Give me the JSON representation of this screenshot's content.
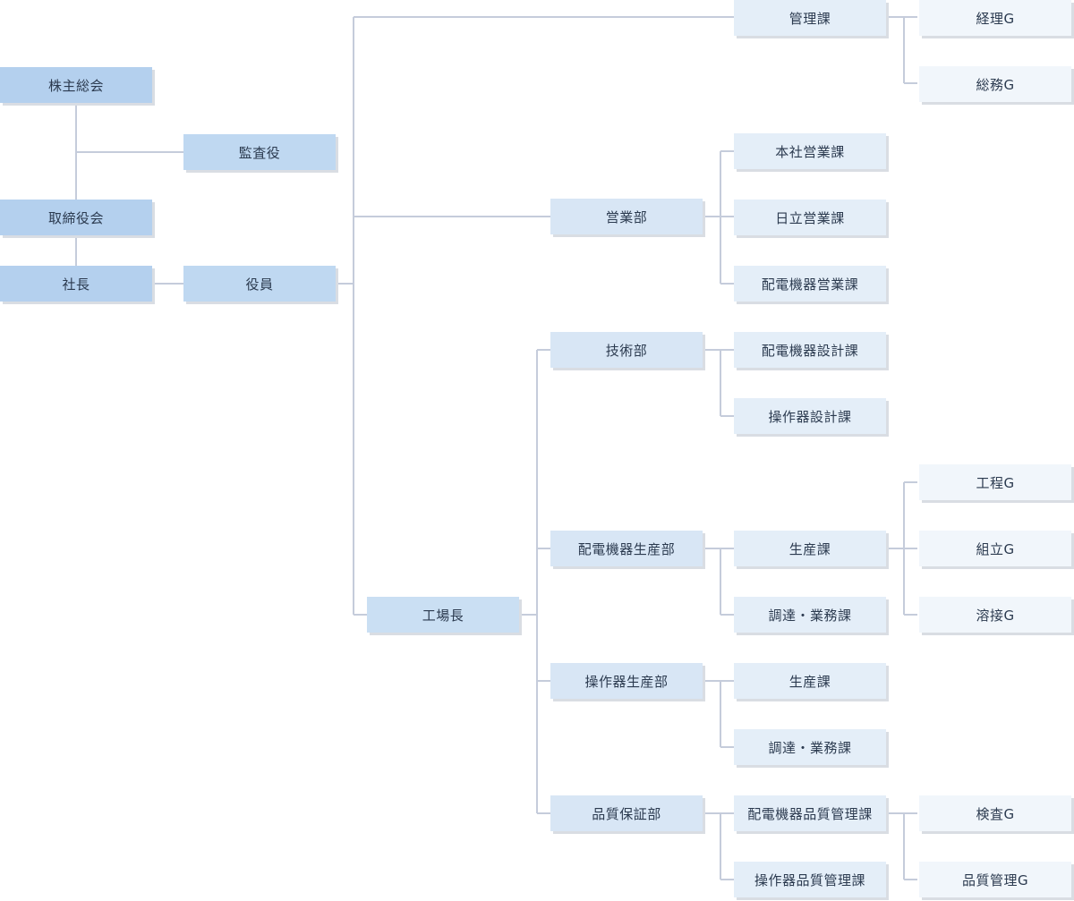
{
  "org": {
    "shareholders": "株主総会",
    "auditor": "監査役",
    "board": "取締役会",
    "president": "社長",
    "executives": "役員",
    "admin_section": "管理課",
    "accounting_g": "経理G",
    "general_affairs_g": "総務G",
    "sales_dept": "営業部",
    "hq_sales": "本社営業課",
    "hitachi_sales": "日立営業課",
    "switchgear_sales": "配電機器営業課",
    "plant_manager": "工場長",
    "tech_dept": "技術部",
    "switchgear_design": "配電機器設計課",
    "controls_design": "操作器設計課",
    "switchgear_production_dept": "配電機器生産部",
    "sg_production_section": "生産課",
    "sg_procurement": "調達・業務課",
    "process_g": "工程G",
    "assembly_g": "組立G",
    "welding_g": "溶接G",
    "controls_production_dept": "操作器生産部",
    "ctl_production_section": "生産課",
    "ctl_procurement": "調達・業務課",
    "qa_dept": "品質保証部",
    "sg_qc": "配電機器品質管理課",
    "ctl_qc": "操作器品質管理課",
    "inspection_g": "検査G",
    "quality_mgmt_g": "品質管理G"
  }
}
